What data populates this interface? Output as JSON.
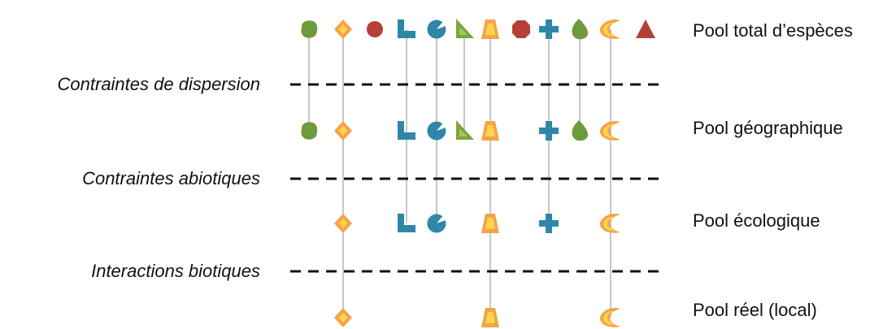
{
  "pools": [
    {
      "label": "Pool total d’espèces"
    },
    {
      "label": "Pool géographique"
    },
    {
      "label": "Pool écologique"
    },
    {
      "label": "Pool réel (local)"
    }
  ],
  "filters": [
    {
      "label": "Contraintes de dispersion"
    },
    {
      "label": "Contraintes abiotiques"
    },
    {
      "label": "Interactions biotiques"
    }
  ],
  "species": [
    {
      "shape": "blob",
      "color": "#6f9a3a",
      "reaches_pool": 1
    },
    {
      "shape": "diamond",
      "color": "#f5a34a",
      "accent": "#ffd54a",
      "reaches_pool": 3
    },
    {
      "shape": "circle",
      "color": "#b5403a",
      "reaches_pool": 0
    },
    {
      "shape": "l-block",
      "color": "#2f86a8",
      "reaches_pool": 2
    },
    {
      "shape": "pacman",
      "color": "#2f86a8",
      "reaches_pool": 2
    },
    {
      "shape": "right-triangle",
      "color": "#7ea33b",
      "reaches_pool": 1
    },
    {
      "shape": "trapezoid",
      "color": "#f5a34a",
      "accent": "#ffd54a",
      "reaches_pool": 3
    },
    {
      "shape": "octagon",
      "color": "#b5403a",
      "reaches_pool": 0
    },
    {
      "shape": "cross",
      "color": "#2f86a8",
      "reaches_pool": 2
    },
    {
      "shape": "drop",
      "color": "#6f9a3a",
      "reaches_pool": 1
    },
    {
      "shape": "crescent",
      "color": "#f5a34a",
      "accent": "#ffd54a",
      "reaches_pool": 3
    },
    {
      "shape": "triangle",
      "color": "#b5403a",
      "reaches_pool": 0
    }
  ]
}
